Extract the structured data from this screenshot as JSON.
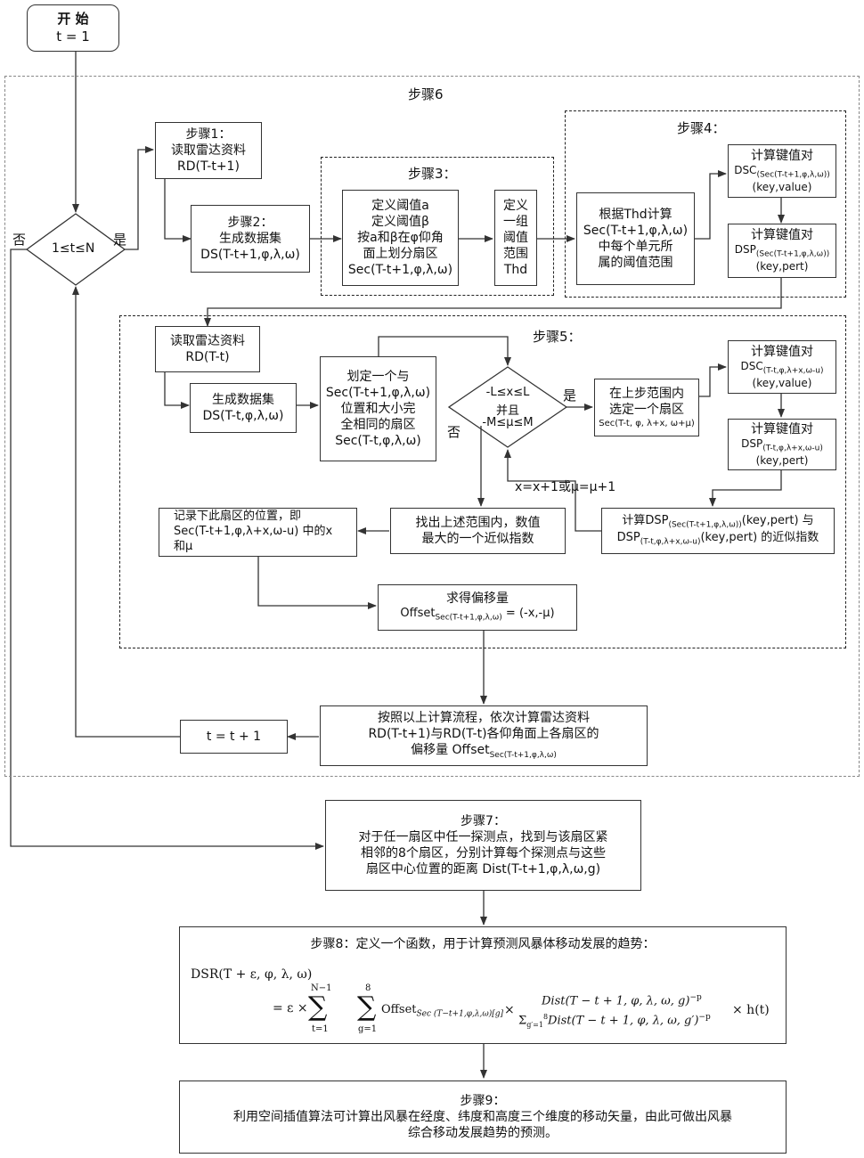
{
  "start": {
    "title": "开 始",
    "init": "t = 1"
  },
  "decision_main": {
    "text": "1≤t≤N",
    "yes": "是",
    "no": "否"
  },
  "step6": {
    "title": "步骤6"
  },
  "step1": {
    "title": "步骤1：",
    "line1": "读取雷达资料",
    "line2": "RD(T-t+1)"
  },
  "step2": {
    "title": "步骤2：",
    "line1": "生成数据集",
    "line2": "DS(T-t+1,φ,λ,ω)"
  },
  "step3": {
    "title": "步骤3：",
    "left": [
      "定义阈值a",
      "定义阈值β",
      "按a和β在φ仰角",
      "面上划分扇区",
      "Sec(T-t+1,φ,λ,ω)"
    ],
    "right": [
      "定义",
      "一组",
      "阈值",
      "范围",
      "Thd"
    ]
  },
  "step4": {
    "title": "步骤4：",
    "left": [
      "根据Thd计算",
      "Sec(T-t+1,φ,λ,ω)",
      "中每个单元所",
      "属的阈值范围"
    ],
    "dsc": {
      "line1": "计算键值对",
      "pre": "DSC",
      "sub": "(Sec(T-t+1,φ,λ,ω))",
      "line3": "(key,value)"
    },
    "dsp": {
      "line1": "计算键值对",
      "pre": "DSP",
      "sub": "(Sec(T-t+1,φ,λ,ω))",
      "line3": "(key,pert)"
    }
  },
  "step5": {
    "title": "步骤5：",
    "read": [
      "读取雷达资料",
      "RD(T-t)"
    ],
    "gen": [
      "生成数据集",
      "DS(T-t,φ,λ,ω)"
    ],
    "define": [
      "划定一个与",
      "Sec(T-t+1,φ,λ,ω)",
      "位置和大小完",
      "全相同的扇区",
      "Sec(T-t,φ,λ,ω)"
    ],
    "cond": [
      "-L≤x≤L",
      "并且",
      "-M≤μ≤M"
    ],
    "yes": "是",
    "no": "否",
    "select": [
      "在上步范围内",
      "选定一个扇区"
    ],
    "select_sec": "Sec(T-t, φ, λ+x, ω+μ)",
    "dsc2": {
      "line1": "计算键值对",
      "pre": "DSC",
      "sub": "(T-t,φ,λ+x,ω-u)",
      "line3": "(key,value)"
    },
    "dsp2": {
      "line1": "计算键值对",
      "pre": "DSP",
      "sub": "(T-t,φ,λ+x,ω-u)",
      "line3": "(key,pert)"
    },
    "increment": "x=x+1或μ=μ+1",
    "calc": {
      "a": "计算",
      "b": "DSP",
      "c": "(Sec(T-t+1,φ,λ,ω))",
      "d": "(key,pert) 与",
      "e": "DSP",
      "f": "(T-t,φ,λ+x,ω-u)",
      "g": "(key,pert) 的近似指数"
    },
    "findmax": [
      "找出上述范围内，数值",
      "最大的一个近似指数"
    ],
    "record": [
      "记录下此扇区的位置，即",
      "Sec(T-t+1,φ,λ+x,ω-u) 中的x",
      "和μ"
    ],
    "offset": {
      "line1": "求得偏移量",
      "pre": "Offset",
      "sub": "Sec(T-t+1,φ,λ,ω)",
      "post": " = (-x,-μ)"
    }
  },
  "iterate": {
    "line1": "按照以上计算流程，依次计算雷达资料",
    "line2": "RD(T-t+1)与RD(T-t)各仰角面上各扇区的",
    "pre": "偏移量 Offset",
    "sub": "Sec(T-t+1,φ,λ,ω)"
  },
  "tinc": {
    "text": "t = t + 1"
  },
  "step7": {
    "title": "步骤7：",
    "line1": "对于任一扇区中任一探测点，找到与该扇区紧",
    "line2": "相邻的8个扇区，分别计算每个探测点与这些",
    "line3": "扇区中心位置的距离 Dist(T-t+1,φ,λ,ω,g)"
  },
  "step8": {
    "title": "步骤8：定义一个函数，用于计算预测风暴体移动发展的趋势：",
    "lhs": "DSR(T + ε, φ, λ, ω)",
    "eq": "= ε ×",
    "sum_outer_top": "N−1",
    "sum_outer_bot": "t=1",
    "sum_inner_top": "8",
    "sum_inner_bot": "g=1",
    "offset_term": "Offset",
    "offset_sub": "Sec (T−t+1,φ,λ,ω)[g]",
    "times": "×",
    "num": "Dist(T − t + 1, φ, λ, ω, g)",
    "num_exp": "−p",
    "den_sum": "Σ",
    "den_sub": "g′=1",
    "den_sup": "8",
    "den": "Dist(T − t + 1, φ, λ, ω, g′)",
    "den_exp": "−p",
    "tail": "× h(t)"
  },
  "step9": {
    "title": "步骤9：",
    "line1": "利用空间插值算法可计算出风暴在经度、纬度和高度三个维度的移动矢量，由此可做出风暴",
    "line2": "综合移动发展趋势的预测。"
  }
}
